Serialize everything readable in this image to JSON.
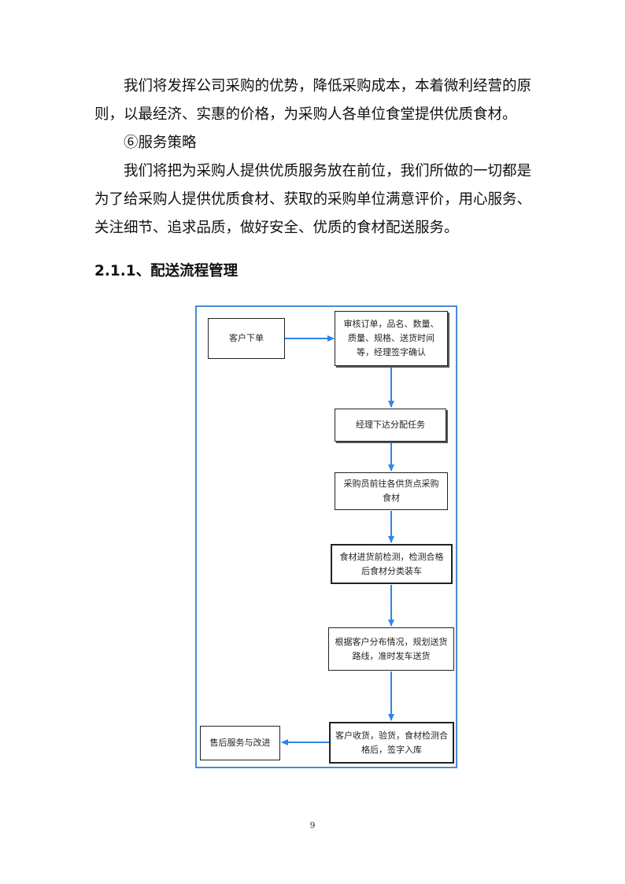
{
  "paragraphs": {
    "p1": [
      "我们将发挥公司采购的优势，降低采购成本，本着微利经营的原",
      "则，以最经济、实惠的价格，为采购人各单位食堂提供优质食材。"
    ],
    "p2": "⑥服务策略",
    "p3": [
      "我们将把为采购人提供优质服务放在前位，我们所做的一切都是",
      "为了给采购人提供优质食材、获取的采购单位满意评价，用心服务、",
      "关注细节、追求品质，做好安全、优质的食材配送服务。"
    ]
  },
  "heading": "2.1.1、配送流程管理",
  "flowchart": {
    "steps": [
      "客户下单",
      "审核订单，品名、数量、质量、规格、送货时间等，经理签字确认",
      "经理下达分配任务",
      "采购员前往各供货点采购食材",
      "食材进货前检测，检测合格后食材分类装车",
      "根据客户分布情况，规划送货路线，准时发车送货",
      "客户收货，验货，食材检测合格后，签字入库",
      "售后服务与改进"
    ],
    "arrow_color": "#2f86e6"
  },
  "page_number": "9"
}
